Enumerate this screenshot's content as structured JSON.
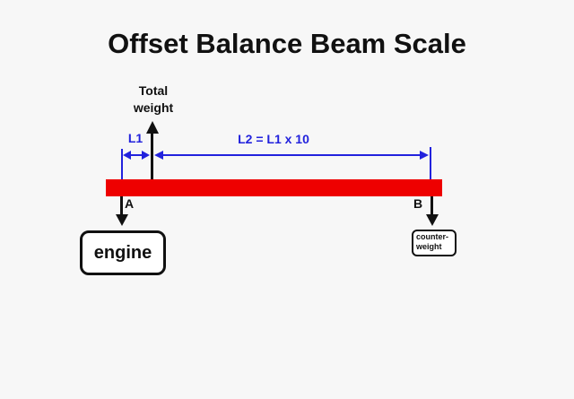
{
  "title": "Offset Balance Beam Scale",
  "diagram": {
    "total_weight_label": "Total\nweight",
    "l1_label": "L1",
    "l2_label": "L2 = L1 x 10",
    "point_a_label": "A",
    "point_b_label": "B",
    "engine_label": "engine",
    "counterweight_label": "counter-\nweight"
  },
  "colors": {
    "background": "#f7f7f7",
    "beam_red": "#ee0000",
    "dimension_blue": "#2222dd",
    "ink_black": "#111111"
  }
}
